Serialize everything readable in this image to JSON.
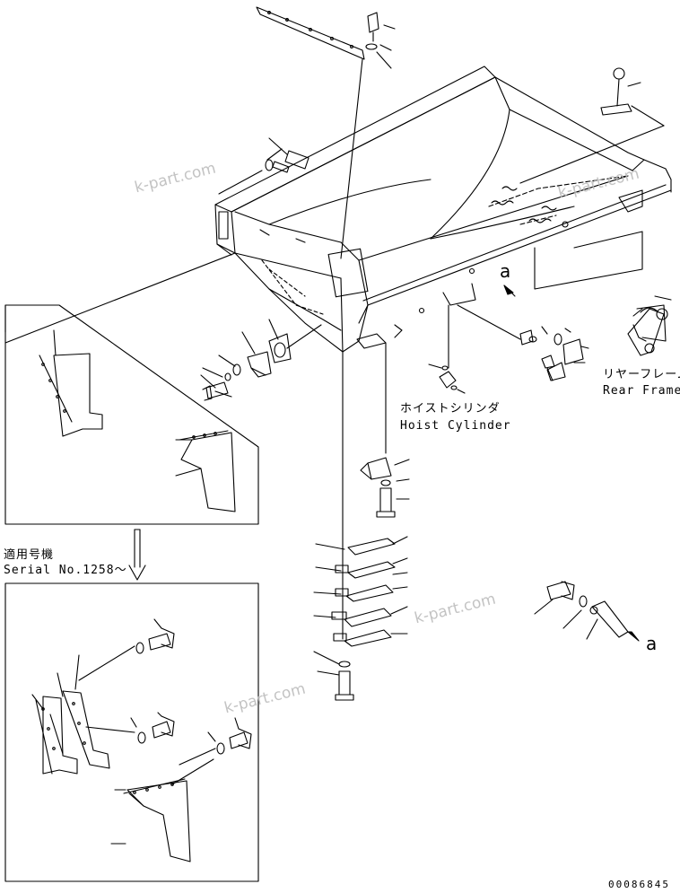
{
  "labels": {
    "rear_frame_jp": "リヤーフレーム",
    "rear_frame_en": "Rear Frame",
    "hoist_cylinder_jp": "ホイストシリンダ",
    "hoist_cylinder_en": "Hoist Cylinder",
    "serial_jp": "適用号機",
    "serial_en": "Serial No.1258～",
    "ref_a": "a",
    "doc_number": "00086845"
  },
  "watermarks": [
    "k-part.com",
    "k-part.com",
    "k-part.com",
    "k-part.com"
  ],
  "colors": {
    "line": "#000000",
    "watermark": "#b9b9b9",
    "background": "#ffffff"
  }
}
